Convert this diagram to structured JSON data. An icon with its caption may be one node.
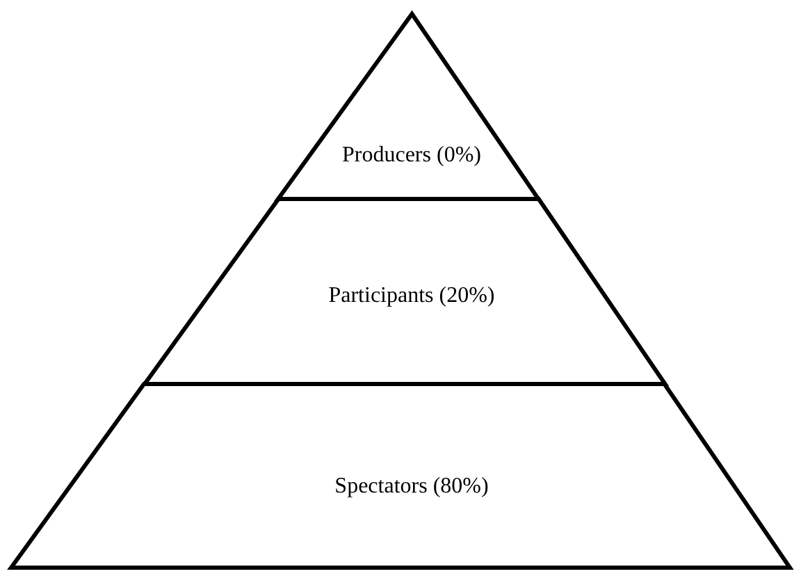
{
  "diagram": {
    "nodes": [
      {
        "text": [
          "Producers (0%)"
        ]
      },
      {
        "text": [
          "Participants (20%)"
        ]
      },
      {
        "text": [
          "Spectators (80%)"
        ]
      }
    ]
  }
}
